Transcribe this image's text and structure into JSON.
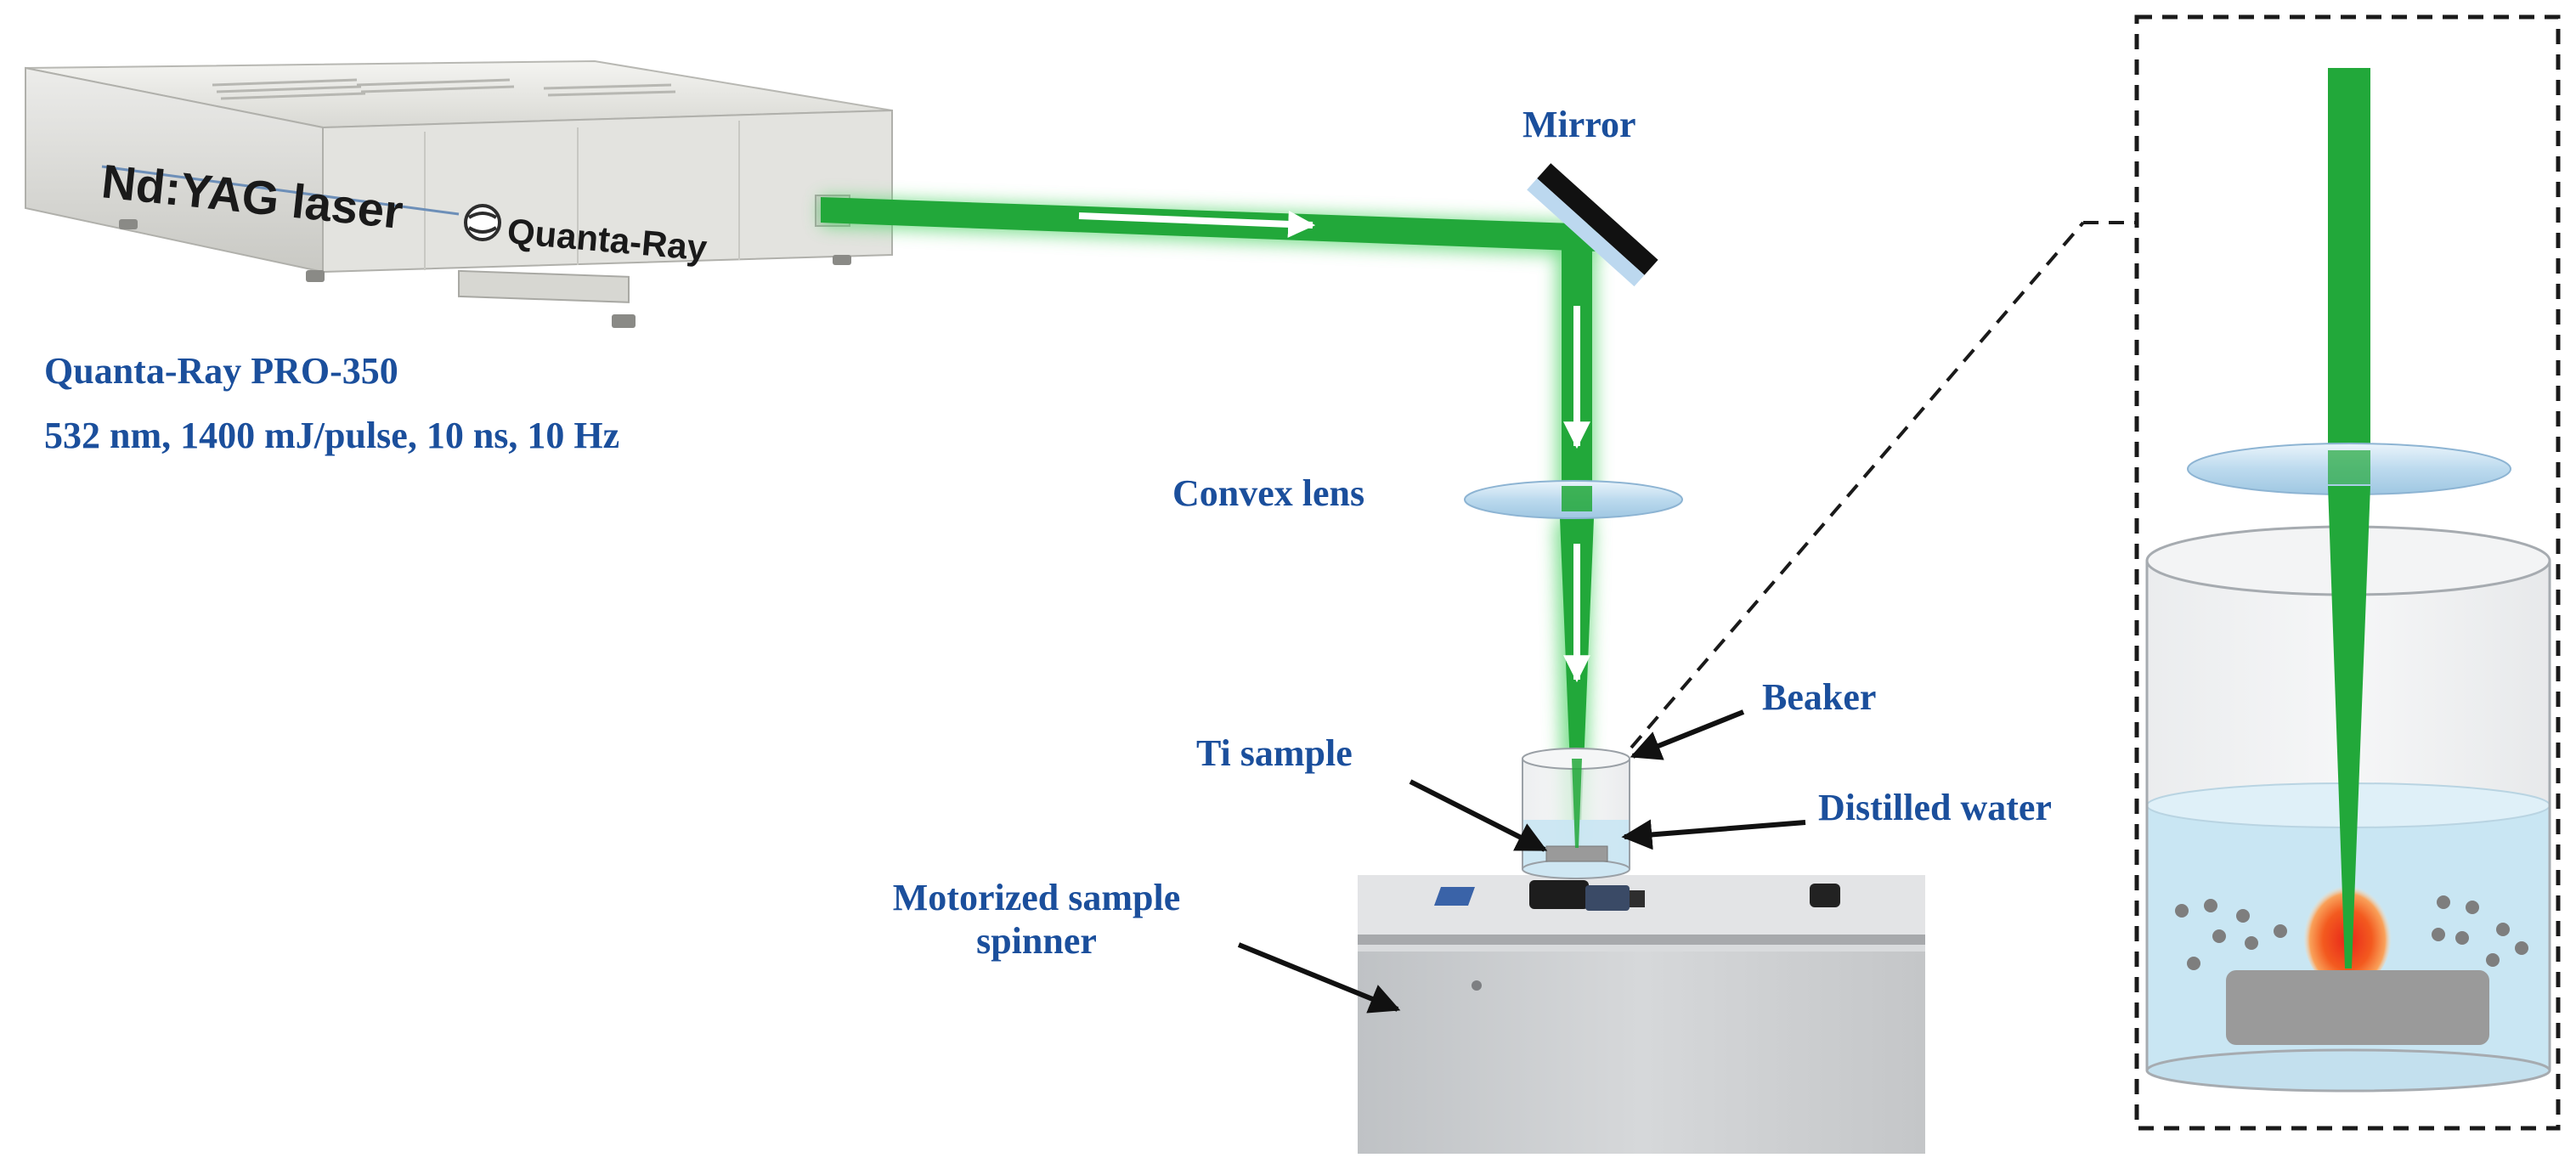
{
  "laser": {
    "brand_badge": "Quanta-Ray",
    "type_label": "Nd:YAG laser",
    "model": "Quanta-Ray PRO-350",
    "specs": "532 nm, 1400 mJ/pulse, 10 ns, 10 Hz"
  },
  "labels": {
    "mirror": "Mirror",
    "convex_lens": "Convex lens",
    "beaker": "Beaker",
    "ti_sample": "Ti sample",
    "distilled_water": "Distilled water",
    "spinner_line1": "Motorized sample",
    "spinner_line2": "spinner"
  },
  "colors": {
    "beam": "#22a83a",
    "label_text": "#1b4f9c",
    "lens": "#b9d9ee",
    "water": "#c9e6f3",
    "sample": "#9a9a9a"
  }
}
